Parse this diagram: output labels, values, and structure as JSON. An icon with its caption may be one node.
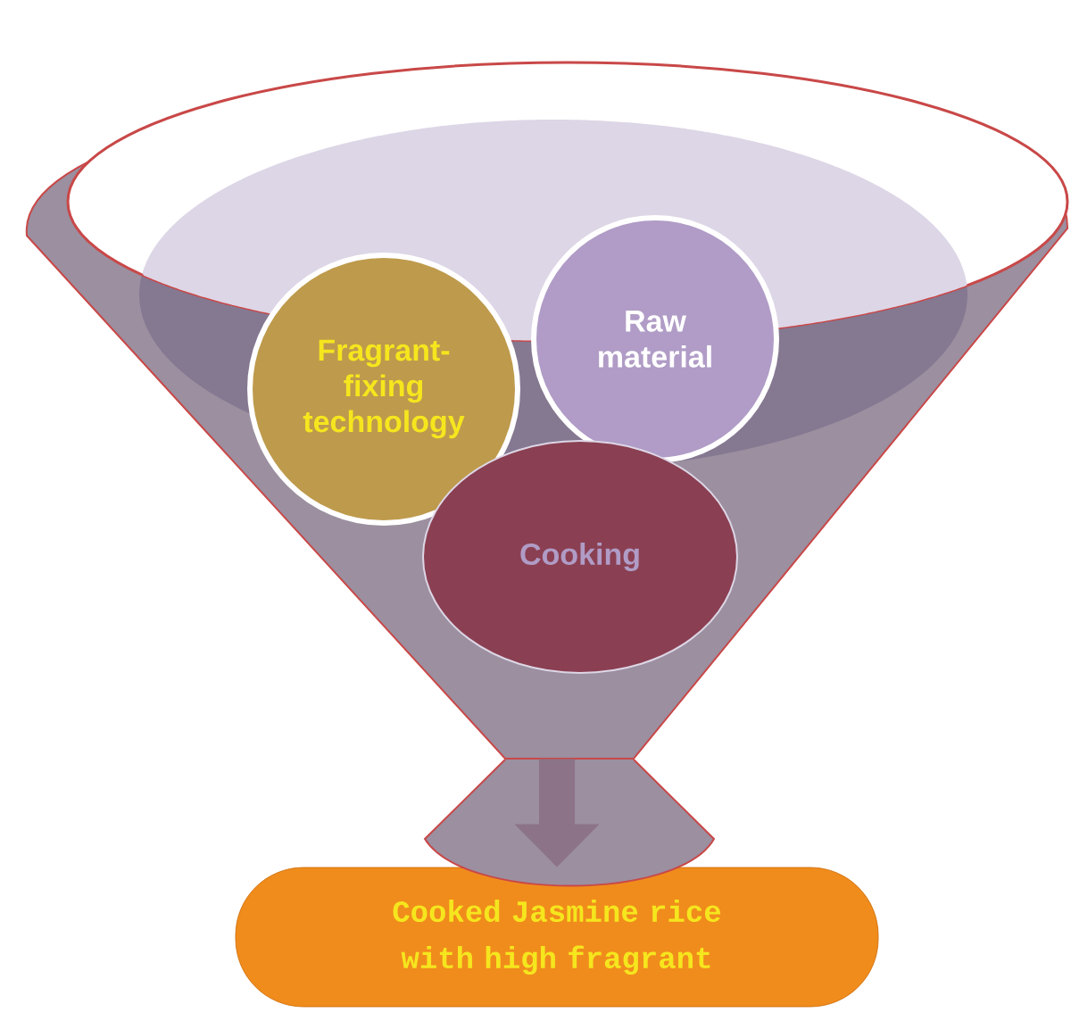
{
  "diagram": {
    "nodes": [
      {
        "text": [],
        "shape": "funnel"
      },
      {
        "text": [
          "Fragrant-fixing technology"
        ],
        "in": 0
      },
      {
        "text": [
          "Raw material"
        ],
        "in": 0
      },
      {
        "text": [
          "Cooking"
        ],
        "in": 0
      },
      {
        "text": [
          "Cooked Jasmine rice with high fragrant"
        ]
      }
    ],
    "edges": [
      {
        "from": 0,
        "to": 4,
        "arrow": "to"
      }
    ]
  }
}
